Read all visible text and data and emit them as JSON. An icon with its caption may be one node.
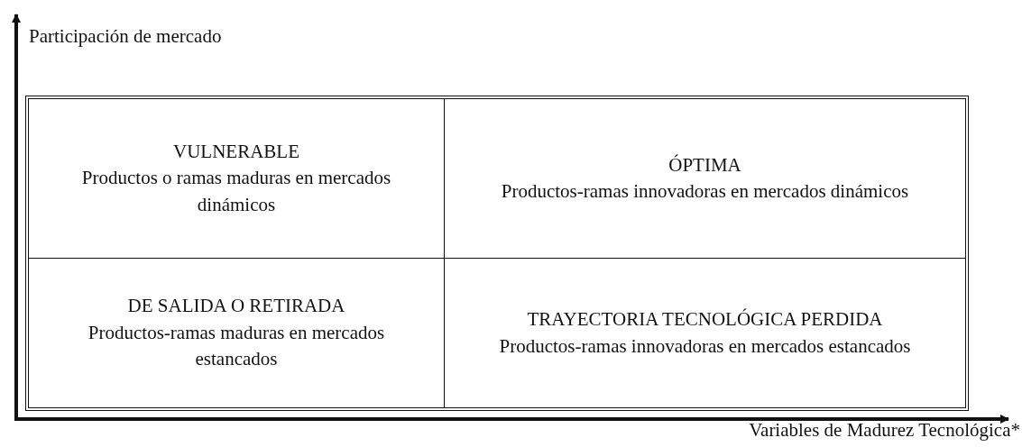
{
  "diagram": {
    "nodes": [
      {
        "text": [
          "VULNERABLE",
          "Productos o ramas maduras en mercados dinámicos"
        ]
      },
      {
        "text": [
          "ÓPTIMA",
          "Productos-ramas innovadoras en mercados dinámicos"
        ]
      },
      {
        "text": [
          "DE SALIDA O RETIRADA",
          "Productos-ramas maduras en mercados estancados"
        ]
      },
      {
        "text": [
          "TRAYECTORIA TECNOLÓGICA PERDIDA",
          "Productos-ramas innovadoras en mercados estancados"
        ]
      }
    ],
    "edges": [],
    "labels": [
      "Participación de mercado",
      "Variables de Madurez Tecnológica*"
    ]
  }
}
